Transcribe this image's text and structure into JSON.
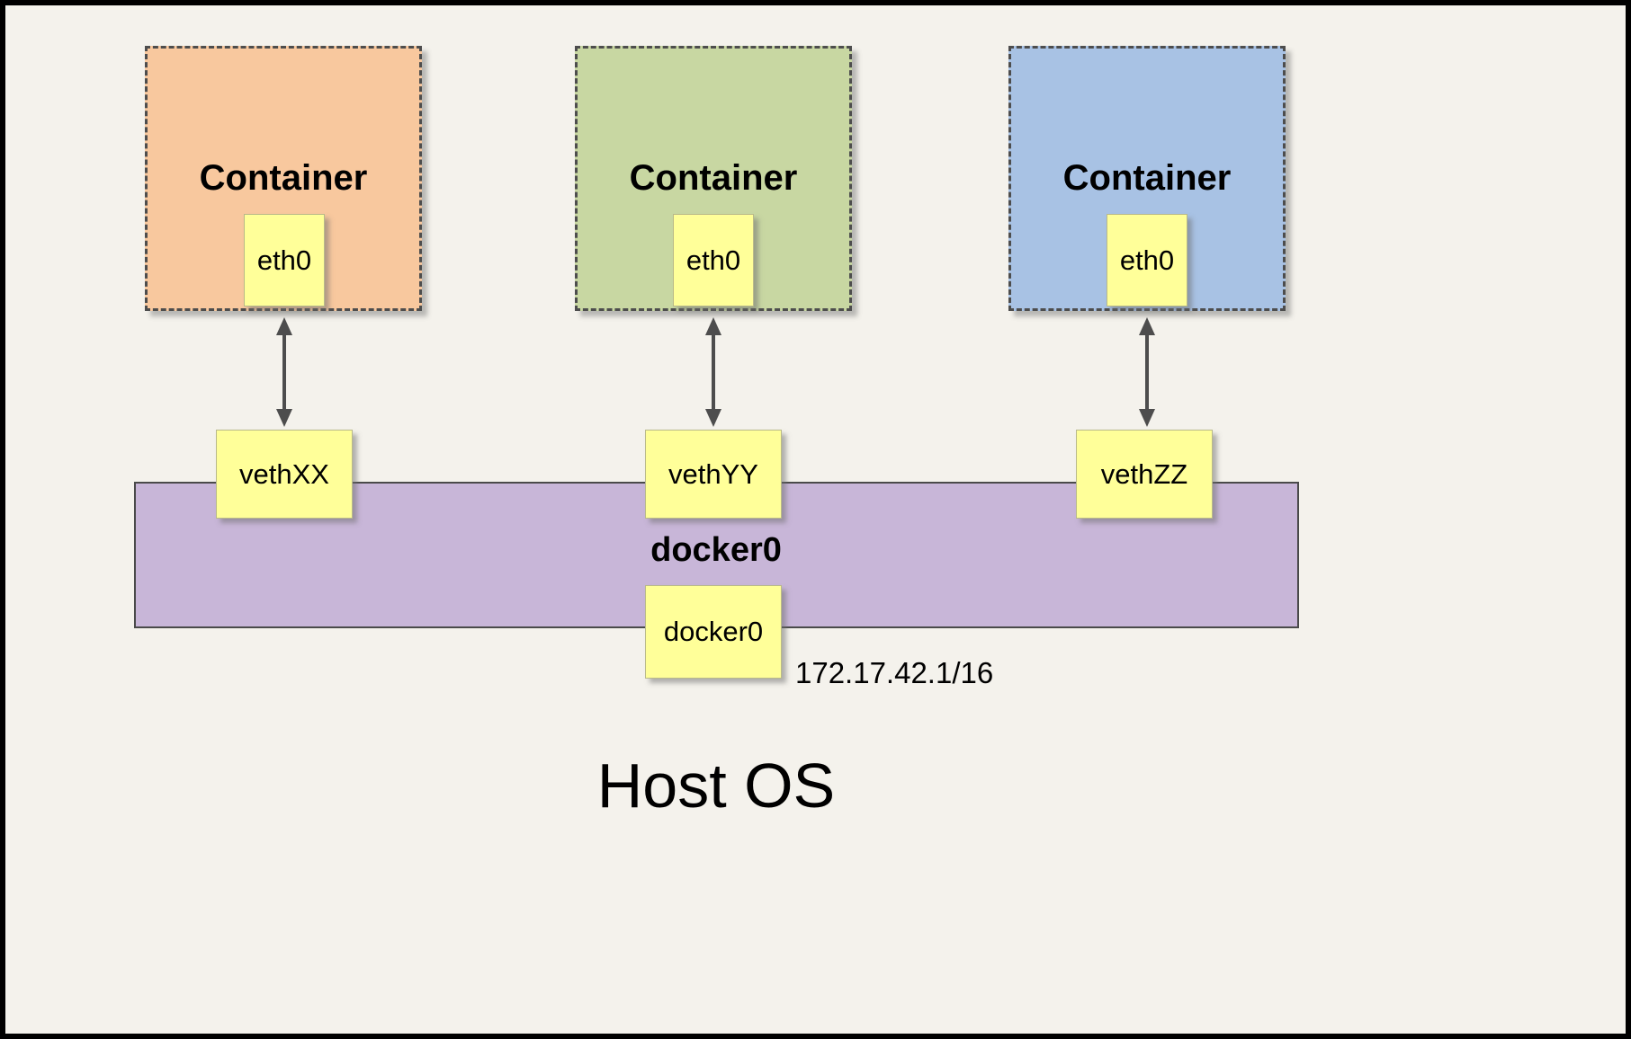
{
  "diagram": {
    "title": "Host OS",
    "containers": [
      {
        "label": "Container",
        "interface": "eth0",
        "fill": "#f8c89e"
      },
      {
        "label": "Container",
        "interface": "eth0",
        "fill": "#c8d7a2"
      },
      {
        "label": "Container",
        "interface": "eth0",
        "fill": "#a8c2e4"
      }
    ],
    "veths": [
      {
        "label": "vethXX"
      },
      {
        "label": "vethYY"
      },
      {
        "label": "vethZZ"
      }
    ],
    "bridge": {
      "label": "docker0",
      "interface": "docker0",
      "ip": "172.17.42.1/16",
      "fill": "#c8b6d8"
    },
    "colors": {
      "background": "#f4f2ec",
      "note_yellow": "#ffff99",
      "arrow": "#4d4d4d"
    }
  }
}
